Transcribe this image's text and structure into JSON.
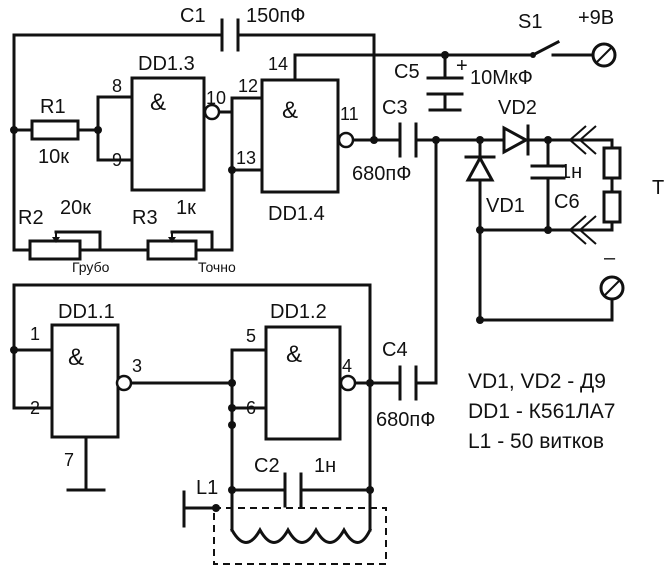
{
  "components": {
    "c1": {
      "ref": "C1",
      "value": "150пФ"
    },
    "s1": {
      "ref": "S1"
    },
    "supply": {
      "label": "+9В",
      "minus": "–"
    },
    "dd13": {
      "ref": "DD1.3",
      "pins": [
        "8",
        "9",
        "10"
      ]
    },
    "dd14": {
      "ref": "DD1.4",
      "pins": [
        "12",
        "13",
        "14",
        "11"
      ]
    },
    "dd11": {
      "ref": "DD1.1",
      "pins": [
        "1",
        "2",
        "3",
        "7"
      ]
    },
    "dd12": {
      "ref": "DD1.2",
      "pins": [
        "5",
        "6",
        "4"
      ]
    },
    "gate_symbol": "&",
    "r1": {
      "ref": "R1",
      "value": "10к"
    },
    "r2": {
      "ref": "R2",
      "value": "20к",
      "caption": "Грубо"
    },
    "r3": {
      "ref": "R3",
      "value": "1к",
      "caption": "Точно"
    },
    "c5": {
      "ref": "C5",
      "value": "10МкФ",
      "polarity": "+"
    },
    "c3": {
      "ref": "C3",
      "value": "680пФ"
    },
    "c4": {
      "ref": "C4",
      "value": "680пФ"
    },
    "c6": {
      "ref": "C6",
      "value": "1н"
    },
    "c2": {
      "ref": "C2",
      "value": "1н"
    },
    "vd1": {
      "ref": "VD1"
    },
    "vd2": {
      "ref": "VD2"
    },
    "l1": {
      "ref": "L1"
    },
    "t": {
      "ref": "T"
    }
  },
  "notes": [
    "VD1, VD2 - Д9",
    "DD1 - К561ЛА7",
    "L1 - 50 витков"
  ]
}
